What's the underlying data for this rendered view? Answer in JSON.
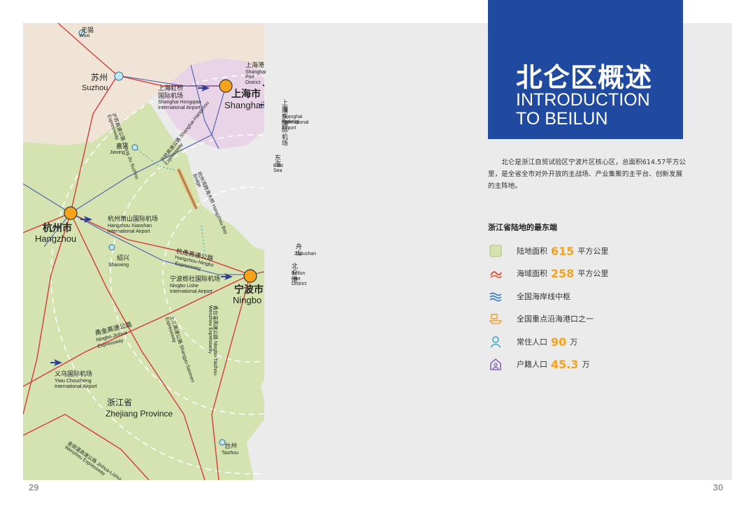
{
  "header": {
    "title_cn": "北仑区概述",
    "title_en_line1": "INTRODUCTION",
    "title_en_line2": "TO BEILUN"
  },
  "intro": "北仑是浙江自贸试验区宁波片区核心区，总面积614.57平方公里，是全省全市对外开放的主战场、产业集聚的主平台、创新发展的主阵地。",
  "stats_title": "浙江省陆地的最东端",
  "stats": [
    {
      "icon": "land-area-icon",
      "label": "陆地面积",
      "value": "615",
      "unit": "平方公里"
    },
    {
      "icon": "sea-area-icon",
      "label": "海域面积",
      "value": "258",
      "unit": "平方公里"
    },
    {
      "icon": "coastline-icon",
      "label": "全国海岸线中枢",
      "value": "",
      "unit": ""
    },
    {
      "icon": "port-icon",
      "label": "全国重点沿海港口之一",
      "value": "",
      "unit": ""
    },
    {
      "icon": "resident-population-icon",
      "label": "常住人口",
      "value": "90",
      "unit": "万"
    },
    {
      "icon": "registered-population-icon",
      "label": "户籍人口",
      "value": "45.3",
      "unit": "万"
    }
  ],
  "page_numbers": {
    "left": "29",
    "right": "30"
  },
  "colors": {
    "brand_blue": "#1f4aa0",
    "accent_orange": "#f6a31b",
    "land_green": "#d4e3b0",
    "shanghai_pink": "#e9d3e6",
    "road_red": "#d33b3b",
    "route_blue": "#4a5cb0"
  },
  "map": {
    "wuxi": {
      "cn": "无锡",
      "en": "Wuxi"
    },
    "suzhou": {
      "cn": "苏州",
      "en": "Suzhou"
    },
    "suzhou_expressway": "沪苏高速公路 Zhang Jiu Suzhou Expressway",
    "shanghai_port": {
      "cn": "上海港",
      "en": "Shanghai Port District"
    },
    "hongqiao": {
      "cn": "上海虹桥",
      "cn2": "国际机场",
      "en": "Shanghai Hongqiao",
      "en2": "International Airport"
    },
    "shanghai": {
      "cn": "上海市",
      "en": "Shanghai"
    },
    "pudong": {
      "cn": "上海",
      "cn2": "浦东国际机场",
      "en": "Shanghai Pudong",
      "en2": "International",
      "en3": "Airport"
    },
    "jiaxing": {
      "cn": "嘉兴",
      "en": "Jiaxing"
    },
    "hu_hang": "沪杭高速公路 Shanghai-Hangzhou Expressway",
    "east_sea": {
      "cn": "东海",
      "en": "East Sea"
    },
    "bay_bridge": "杭州湾跨海大桥 Hangzhou Bay Bridge",
    "hangzhou": {
      "cn": "杭州市",
      "en": "Hangzhou"
    },
    "xiaoshan": {
      "cn": "杭州萧山国际机场",
      "en": "Hangzhou Xiaoshan",
      "en2": "International Airport"
    },
    "zhoushan": {
      "cn": "舟山",
      "en": "Zhoushan"
    },
    "shaoxing": {
      "cn": "绍兴",
      "en": "Shaoxing"
    },
    "hang_yong": {
      "cn": "杭甬高速公路",
      "en": "Hangzhou-Ningbo",
      "en2": "Expressway"
    },
    "beilun_port": {
      "cn": "北仑港",
      "en": "Beilun",
      "en2": "Port District"
    },
    "lishe": {
      "cn": "宁波栎社国际机场",
      "en": "Ningbo Lishe",
      "en2": "International Airport"
    },
    "ningbo": {
      "cn": "宁波市",
      "en": "Ningbo"
    },
    "yong_tai_wen": "甬台温高速公路 Ningbo-Taizhou-Wenzhou Expressway",
    "yong_jin": {
      "cn": "甬金高速公路",
      "en": "Ningbo-Jinhua",
      "en2": "Expressway"
    },
    "shang_san": "上三高速公路 Shangyu-Sanmen Expressway",
    "yiwu": {
      "cn": "义乌国际机场",
      "en": "Yiwu Choucheng",
      "en2": "International Airport"
    },
    "zhejiang": {
      "cn": "浙江省",
      "en": "Zhejiang Province"
    },
    "taizhou": {
      "cn": "台州",
      "en": "Taizhou"
    },
    "jin_li_wen": "金丽温高速公路 Jinhua-Lishui-Wenzhou Expressway"
  }
}
